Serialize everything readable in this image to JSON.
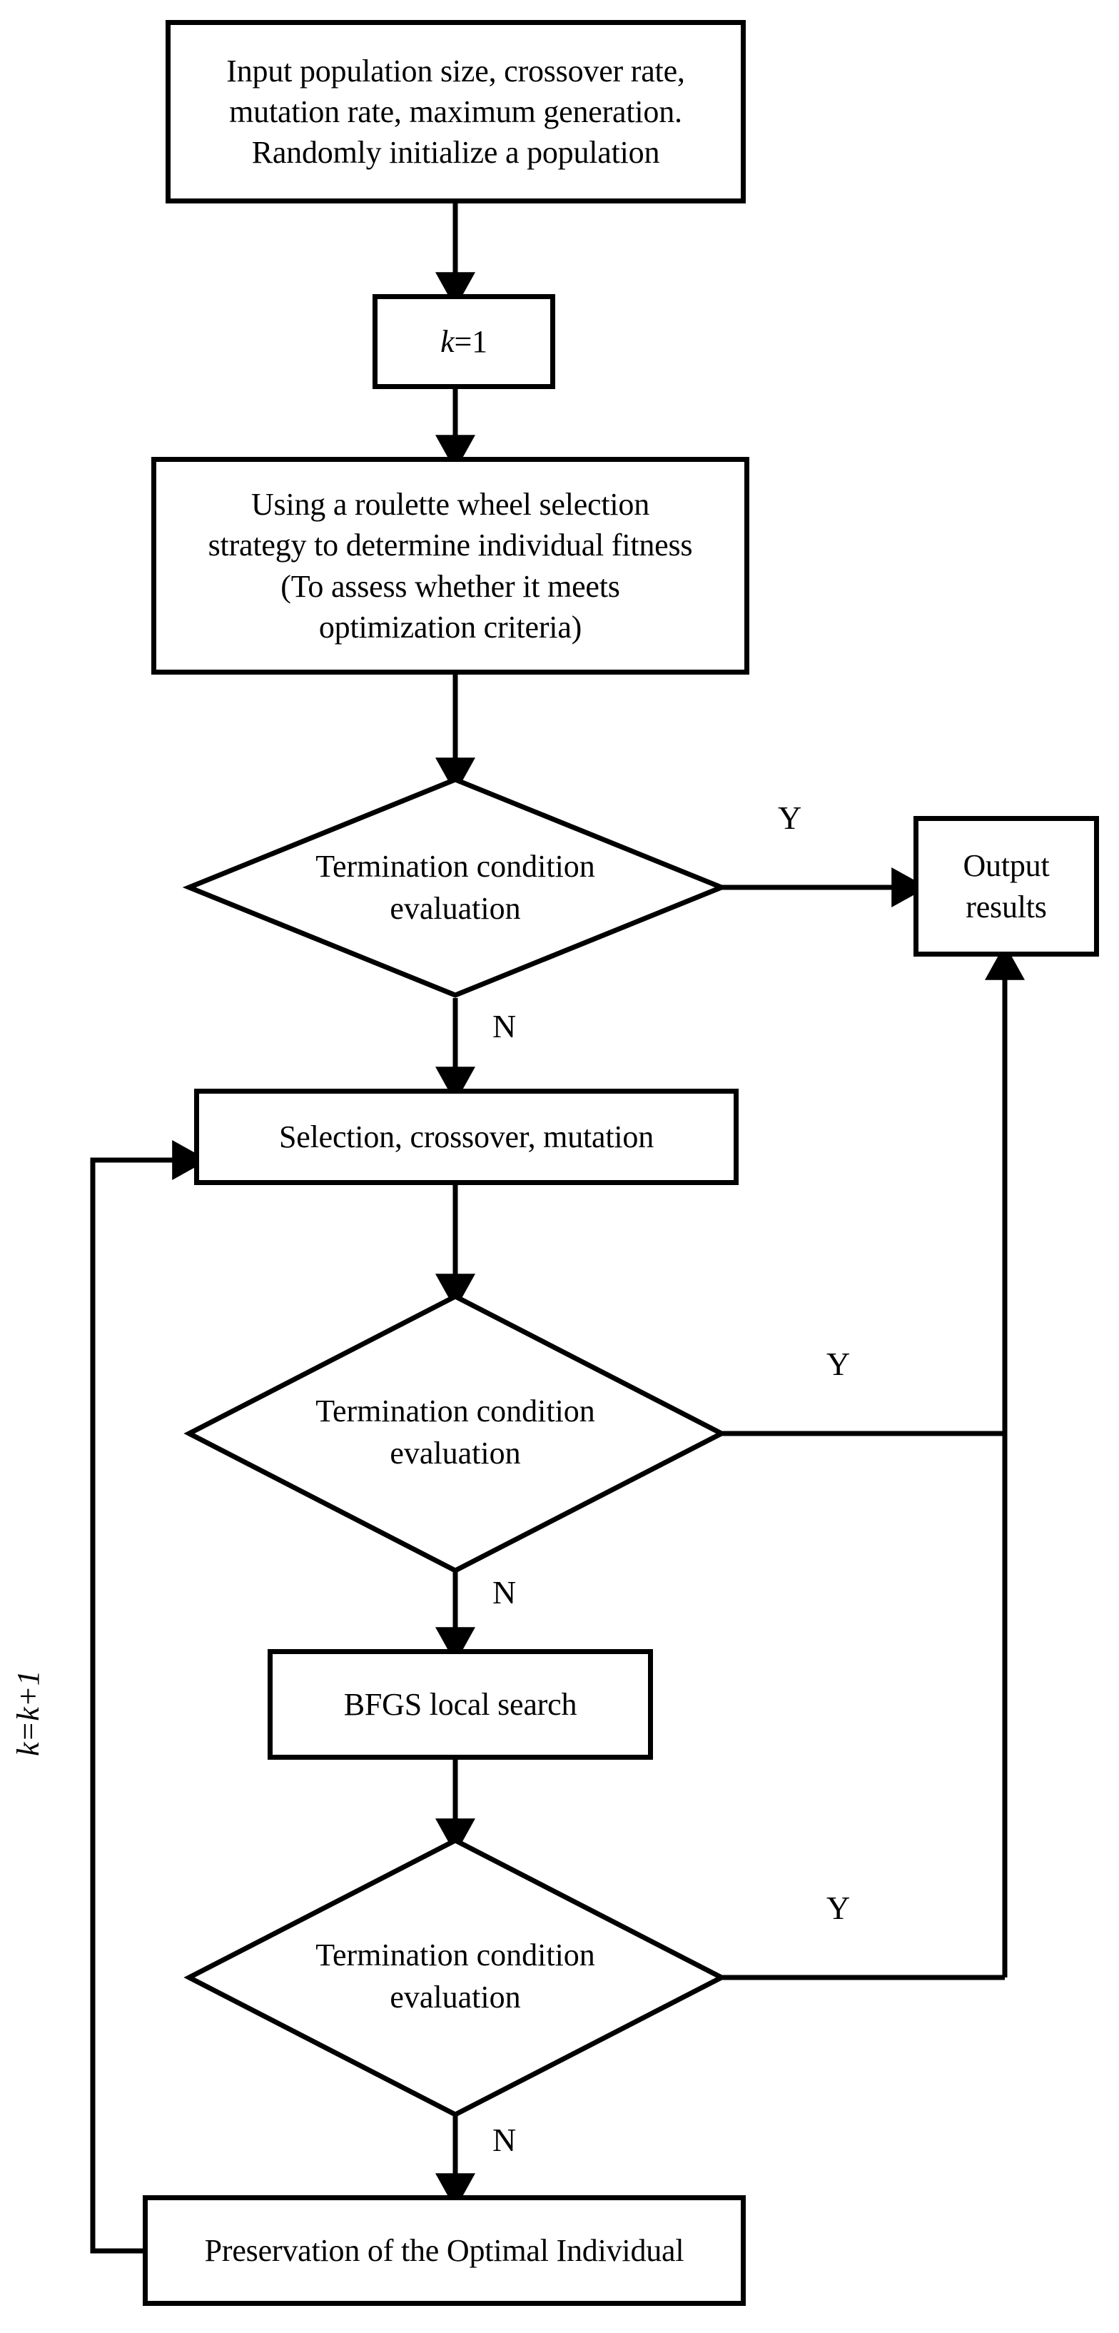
{
  "diagram": {
    "title": "Hybrid genetic algorithm with BFGS local search flowchart",
    "type": "flowchart",
    "stroke_color": "#000000",
    "fill_color": "#ffffff",
    "background": "#ffffff"
  },
  "nodes": {
    "input_box": {
      "shape": "rectangle",
      "line1": "Input population size, crossover rate,",
      "line2": "mutation rate, maximum generation.",
      "line3": "Randomly initialize a population"
    },
    "k_init_box": {
      "shape": "rectangle",
      "var": "k",
      "rest": "=1"
    },
    "roulette_box": {
      "shape": "rectangle",
      "line1": "Using a roulette wheel selection",
      "line2": "strategy to determine individual fitness",
      "line3": "(To assess whether it meets",
      "line4": "optimization criteria)"
    },
    "decision_1": {
      "shape": "diamond",
      "line1": "Termination condition",
      "line2": "evaluation"
    },
    "output_box": {
      "shape": "rectangle",
      "line1": "Output",
      "line2": "results"
    },
    "gaops_box": {
      "shape": "rectangle",
      "label": "Selection, crossover, mutation"
    },
    "decision_2": {
      "shape": "diamond",
      "line1": "Termination condition",
      "line2": "evaluation"
    },
    "bfgs_box": {
      "shape": "rectangle",
      "label": "BFGS local search"
    },
    "decision_3": {
      "shape": "diamond",
      "line1": "Termination condition",
      "line2": "evaluation"
    },
    "preserve_box": {
      "shape": "rectangle",
      "label": "Preservation of the Optimal Individual"
    }
  },
  "edge_labels": {
    "yes_1": "Y",
    "no_1": "N",
    "yes_2": "Y",
    "no_2": "N",
    "yes_3": "Y",
    "no_3": "N",
    "loop_counter_var": "k",
    "loop_counter_rest": "=k+1"
  }
}
